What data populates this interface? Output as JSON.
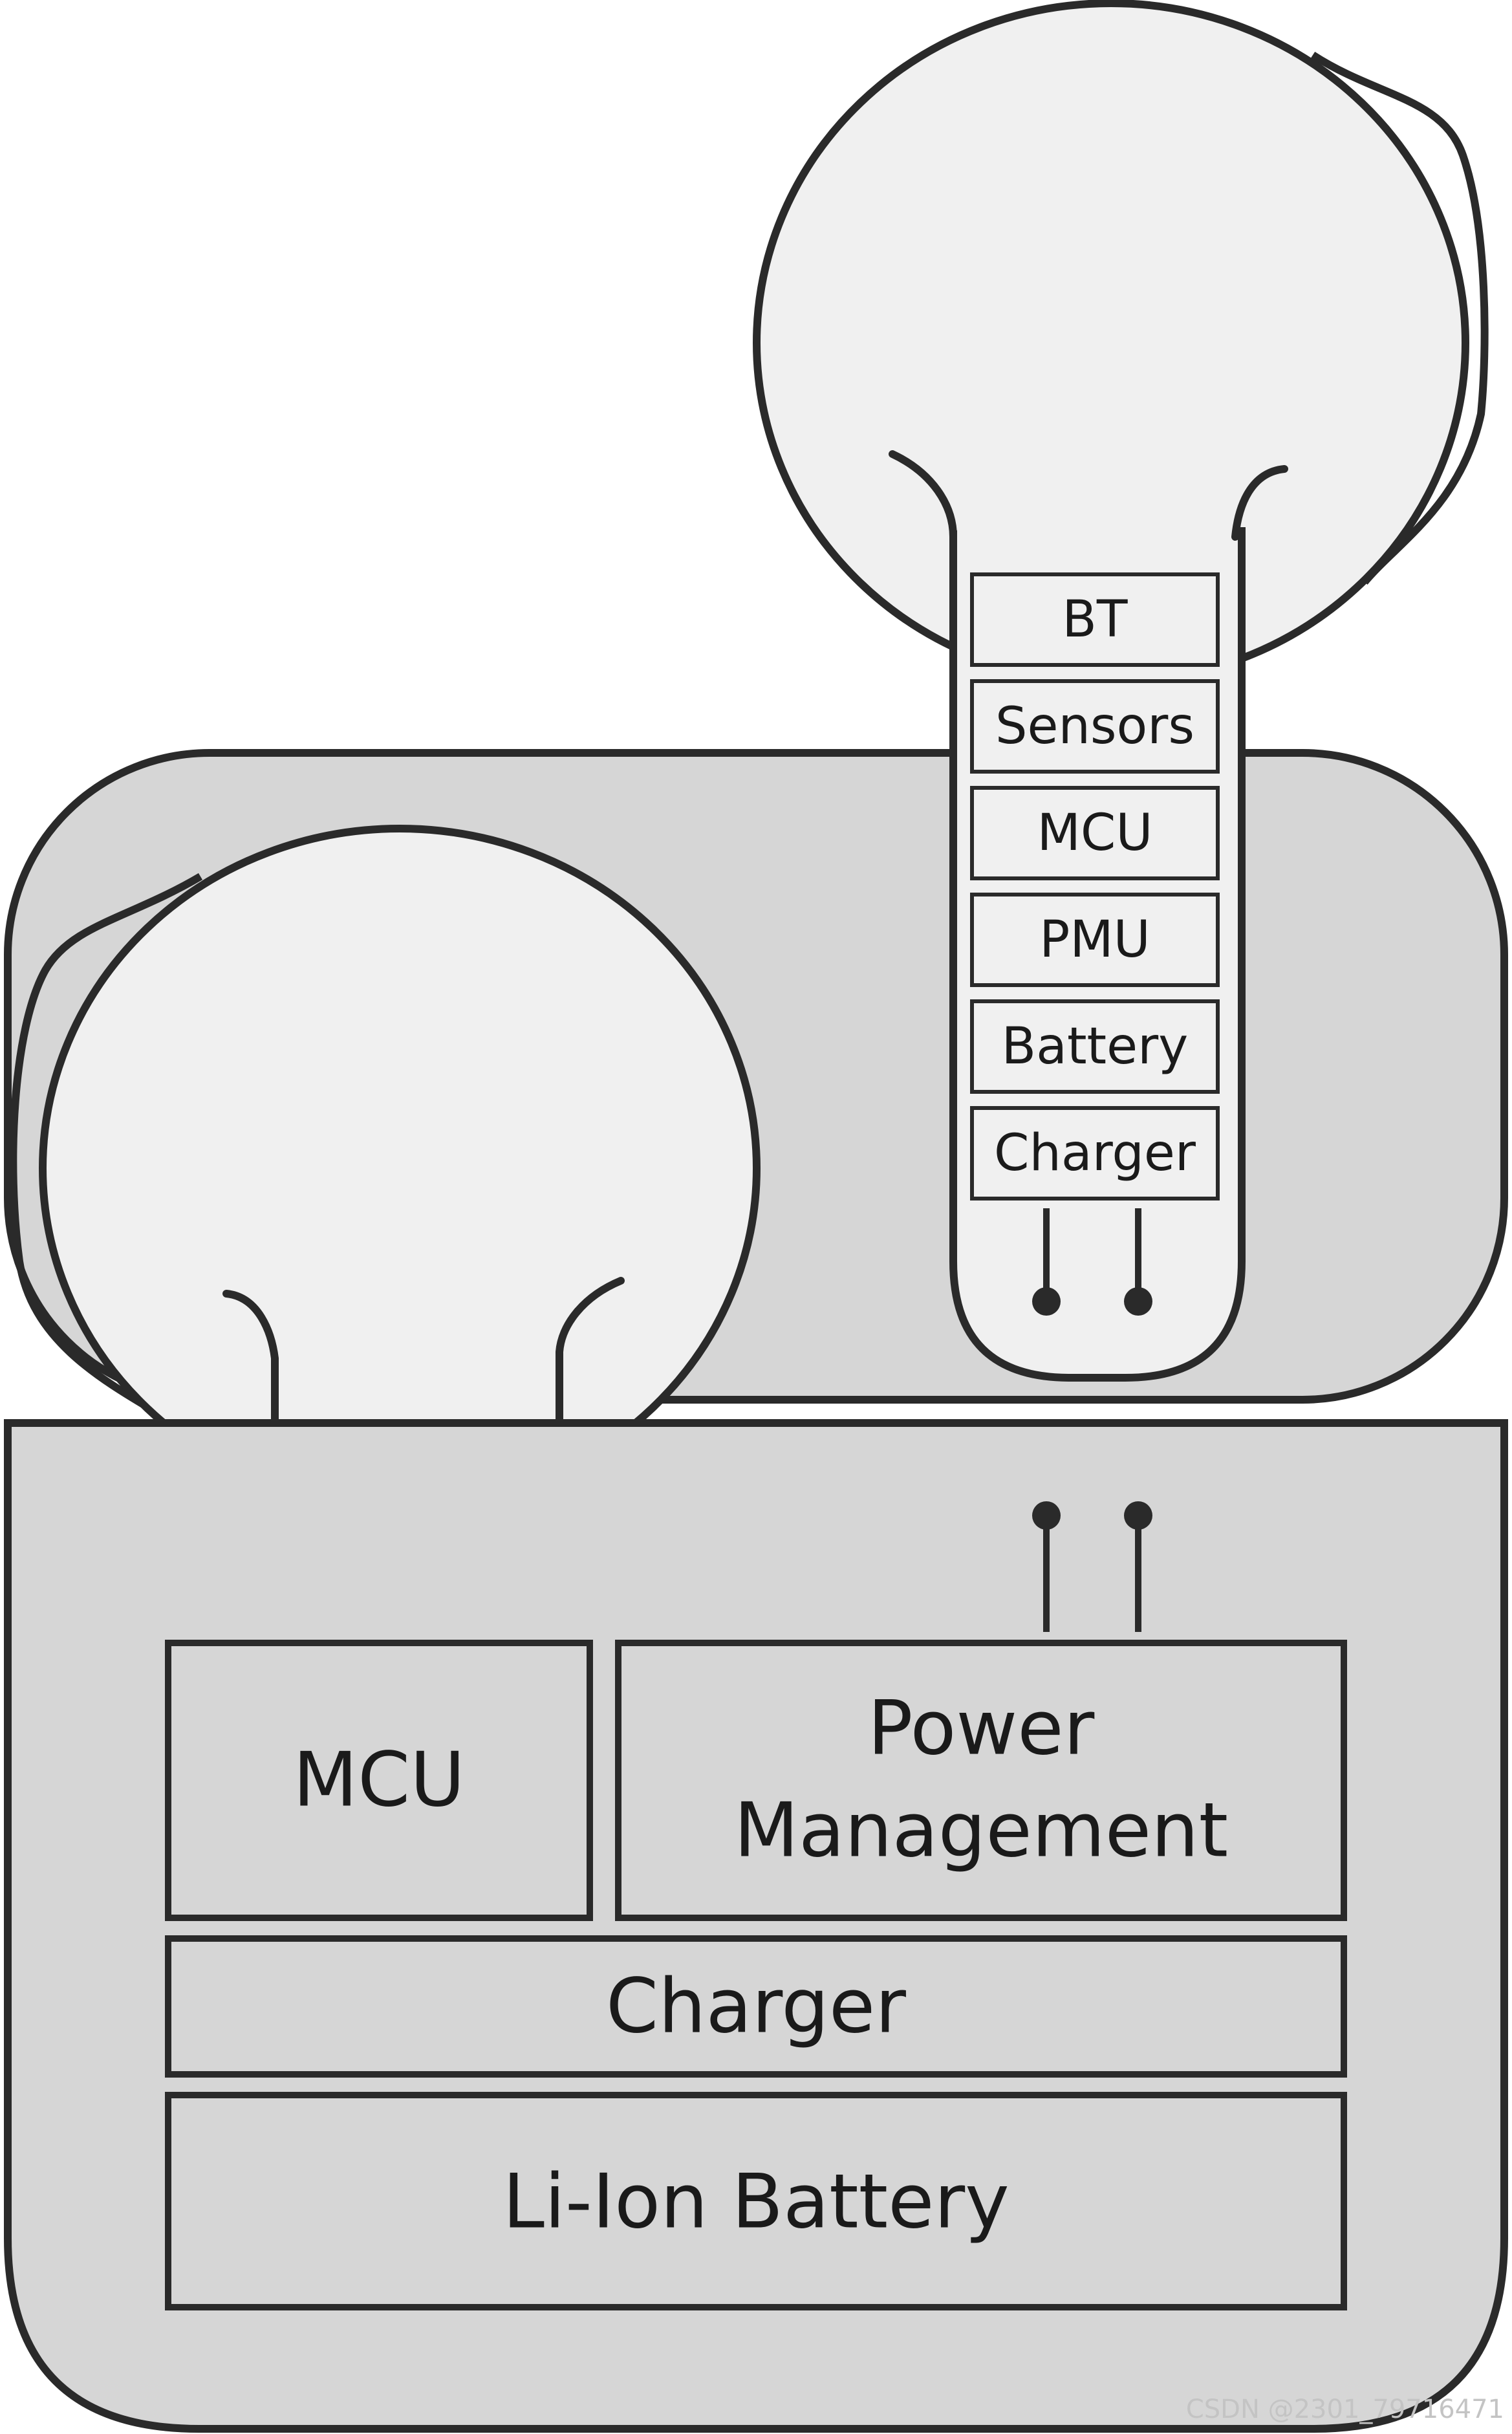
{
  "earbud_stack": {
    "items": [
      "BT",
      "Sensors",
      "MCU",
      "PMU",
      "Battery",
      "Charger"
    ]
  },
  "case": {
    "mcu": "MCU",
    "power_management": [
      "Power",
      "Management"
    ],
    "charger": "Charger",
    "battery": "Li-Ion Battery"
  },
  "watermark": "CSDN @2301_79716471",
  "colors": {
    "outline": "#2a2a2a",
    "case_fill": "#d6d6d6",
    "earbud_fill": "#f0f0f0",
    "box_fill": "#e8e8e8",
    "text": "#1a1a1a"
  }
}
